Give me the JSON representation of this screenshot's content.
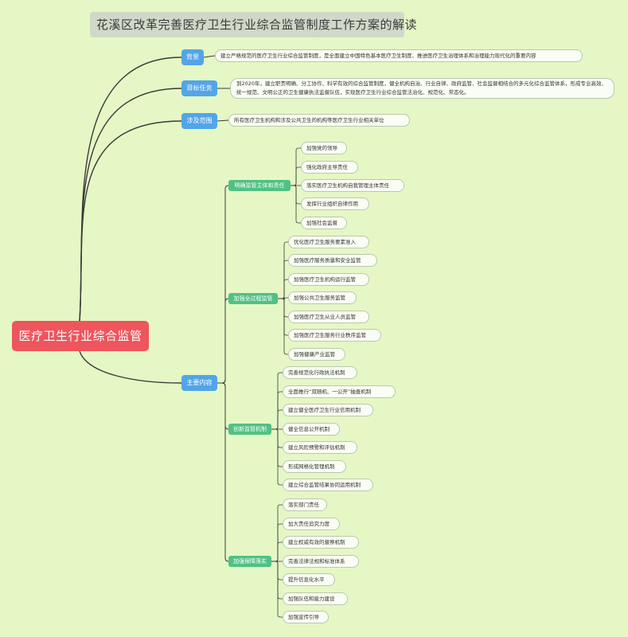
{
  "title": "花溪区改革完善医疗卫生行业综合监管制度工作方案的解读",
  "root": "医疗卫生行业综合监管",
  "branches": [
    {
      "label": "背景",
      "text": "建立严格规范的医疗卫生行业综合监管制度，是全面建立中国特色基本医疗卫生制度、推进医疗卫生治理体系和治理能力现代化的重要内容"
    },
    {
      "label": "目标任务",
      "text": "到2020年，建立职责明确、分工协作、科学有效的综合监管制度，健全机构自治、行业自律、政府监管、社会监督相结合的多元化综合监管体系，形成专业高效、统一规范、文明公正的卫生健康执法监督队伍，实现医疗卫生行业综合监管法治化、规范化、常态化。"
    },
    {
      "label": "涉及范围",
      "text": "所有医疗卫生机构和涉及公共卫生的机构等医疗卫生行业相关单位"
    },
    {
      "label": "主要内容"
    }
  ],
  "groups": [
    {
      "label": "明确监管主体和责任",
      "items": [
        "加强党的领导",
        "强化政府主导责任",
        "落实医疗卫生机构自我管理主体责任",
        "发挥行业组织自律作用",
        "加强社会监督"
      ]
    },
    {
      "label": "加强全过程监管",
      "items": [
        "优化医疗卫生服务要素准入",
        "加强医疗服务质量和安全监管",
        "加强医疗卫生机构运行监管",
        "加强公共卫生服务监管",
        "加强医疗卫生从业人员监管",
        "加强医疗卫生服务行业秩序监管",
        "加强健康产业监管"
      ]
    },
    {
      "label": "创新监管机制",
      "items": [
        "完善规范化行政执法机制",
        "全面推行“双随机、一公开”抽查机制",
        "建立健全医疗卫生行业信用机制",
        "健全信息公开机制",
        "建立风险预警和评估机制",
        "形成网格化管理机制",
        "建立综合监管结果协同运用机制"
      ]
    },
    {
      "label": "加强保障落实",
      "items": [
        "落实部门责任",
        "加大责任追究力度",
        "建立权威有效的督察机制",
        "完善法律法规和标准体系",
        "提升信息化水平",
        "加强队伍和能力建设",
        "加强宣传引导"
      ]
    }
  ],
  "colors": {
    "background": "#e5f7c5",
    "root": "#ee555d",
    "branch": "#53a5e8",
    "group": "#50c184",
    "line": "#3a3a3a"
  }
}
